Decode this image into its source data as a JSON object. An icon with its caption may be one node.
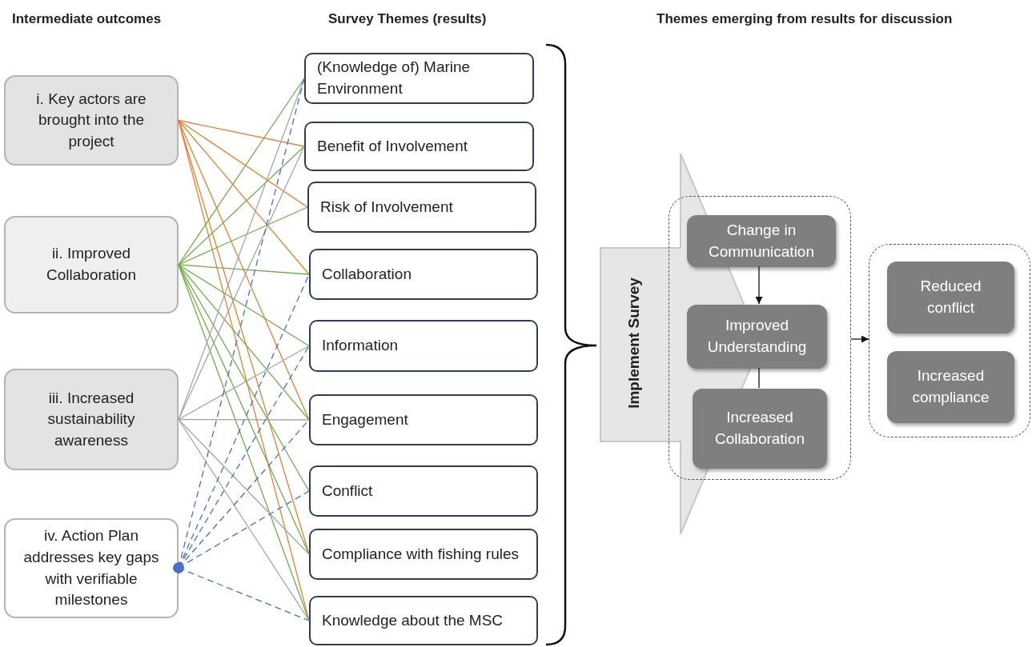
{
  "diagram": {
    "nodes": [
      {
        "text": [
          "i.  Key  actors are brought into the project"
        ]
      },
      {
        "text": [
          "ii.  Improved Collaboration"
        ]
      },
      {
        "text": [
          "iii.  Increased sustainability awareness"
        ]
      },
      {
        "text": [
          "iv.  Action Plan addresses key gaps with verifiable milestones"
        ]
      },
      {
        "text": [
          "(Knowledge of) Marine Environment"
        ]
      },
      {
        "text": [
          "Benefit of Involvement"
        ]
      },
      {
        "text": [
          "Risk of Involvement"
        ]
      },
      {
        "text": [
          "Collaboration"
        ]
      },
      {
        "text": [
          "Information"
        ]
      },
      {
        "text": [
          "Engagement"
        ]
      },
      {
        "text": [
          "Conflict"
        ]
      },
      {
        "text": [
          "Compliance with fishing rules"
        ]
      },
      {
        "text": [
          "Knowledge about the MSC"
        ]
      },
      {
        "text": [
          "Implement Survey"
        ]
      },
      {
        "text": [],
        "shape": "box"
      },
      {
        "text": [
          "Change in Communication"
        ],
        "in": 14
      },
      {
        "text": [
          "Improved Understanding"
        ],
        "in": 14
      },
      {
        "text": [
          "Increased Collaboration"
        ],
        "in": 14
      },
      {
        "text": [],
        "shape": "box"
      },
      {
        "text": [
          "Reduced conflict"
        ],
        "in": 18
      },
      {
        "text": [
          "Increased compliance"
        ],
        "in": 18
      }
    ],
    "edges": [
      {
        "from": 0,
        "to": 5,
        "arrow": "none",
        "color": "#ed7d31"
      },
      {
        "from": 0,
        "to": 6,
        "arrow": "none",
        "color": "#ed7d31"
      },
      {
        "from": 0,
        "to": 7,
        "arrow": "none",
        "color": "#ed7d31"
      },
      {
        "from": 0,
        "to": 9,
        "arrow": "none",
        "color": "#ed7d31"
      },
      {
        "from": 0,
        "to": 11,
        "arrow": "none",
        "color": "#ed7d31"
      },
      {
        "from": 0,
        "to": 12,
        "arrow": "none",
        "color": "#ed7d31"
      },
      {
        "from": 1,
        "to": 4,
        "arrow": "none",
        "color": "#70ad47"
      },
      {
        "from": 1,
        "to": 5,
        "arrow": "none",
        "color": "#70ad47"
      },
      {
        "from": 1,
        "to": 6,
        "arrow": "none",
        "color": "#70ad47"
      },
      {
        "from": 1,
        "to": 7,
        "arrow": "none",
        "color": "#70ad47"
      },
      {
        "from": 1,
        "to": 8,
        "arrow": "none",
        "color": "#70ad47"
      },
      {
        "from": 1,
        "to": 9,
        "arrow": "none",
        "color": "#70ad47"
      },
      {
        "from": 1,
        "to": 10,
        "arrow": "none",
        "color": "#70ad47"
      },
      {
        "from": 1,
        "to": 11,
        "arrow": "none",
        "color": "#70ad47"
      },
      {
        "from": 1,
        "to": 12,
        "arrow": "none",
        "color": "#70ad47"
      },
      {
        "from": 2,
        "to": 4,
        "arrow": "none",
        "color": "#a5a5a5"
      },
      {
        "from": 2,
        "to": 5,
        "arrow": "none",
        "color": "#a5a5a5"
      },
      {
        "from": 2,
        "to": 8,
        "arrow": "none",
        "color": "#a5a5a5"
      },
      {
        "from": 2,
        "to": 9,
        "arrow": "none",
        "color": "#a5a5a5"
      },
      {
        "from": 2,
        "to": 11,
        "arrow": "none",
        "color": "#a5a5a5"
      },
      {
        "from": 2,
        "to": 12,
        "arrow": "none",
        "color": "#a5a5a5"
      },
      {
        "from": 3,
        "to": 4,
        "arrow": "other",
        "style": "dashed",
        "color": "#4472c4"
      },
      {
        "from": 3,
        "to": 7,
        "arrow": "other",
        "style": "dashed",
        "color": "#4472c4"
      },
      {
        "from": 3,
        "to": 8,
        "arrow": "other",
        "style": "dashed",
        "color": "#4472c4"
      },
      {
        "from": 3,
        "to": 9,
        "arrow": "other",
        "style": "dashed",
        "color": "#4472c4"
      },
      {
        "from": 3,
        "to": 10,
        "arrow": "other",
        "style": "dashed",
        "color": "#4472c4"
      },
      {
        "from": 3,
        "to": 12,
        "arrow": "other",
        "style": "dashed",
        "color": "#4472c4"
      },
      {
        "from": 15,
        "to": 16,
        "arrow": "to",
        "color": "#111111"
      },
      {
        "from": 16,
        "to": 17,
        "arrow": "none",
        "color": "#111111"
      },
      {
        "from": 14,
        "to": 18,
        "arrow": "to",
        "color": "#111111"
      }
    ],
    "labels": [
      "Intermediate outcomes",
      "Survey Themes (results)",
      "Themes emerging from results for discussion"
    ]
  }
}
